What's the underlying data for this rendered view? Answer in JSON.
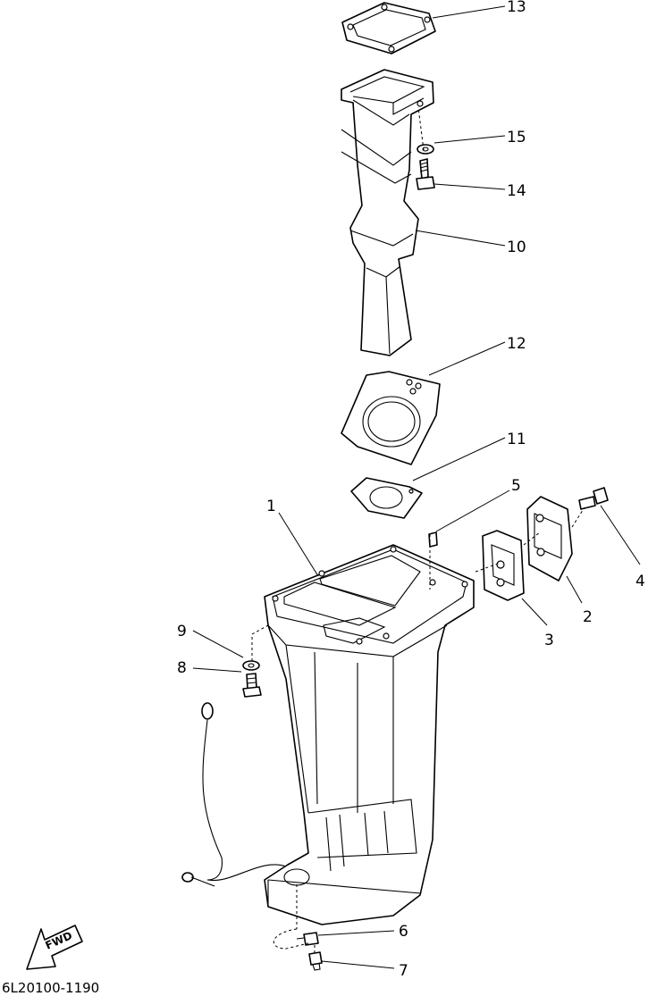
{
  "diagram_code": "6L20100-1190",
  "fwd_label": "FWD",
  "callouts": {
    "c1": "1",
    "c2": "2",
    "c3": "3",
    "c4": "4",
    "c5": "5",
    "c6": "6",
    "c7": "7",
    "c8": "8",
    "c9": "9",
    "c10": "10",
    "c11": "11",
    "c12": "12",
    "c13": "13",
    "c14": "14",
    "c15": "15"
  }
}
